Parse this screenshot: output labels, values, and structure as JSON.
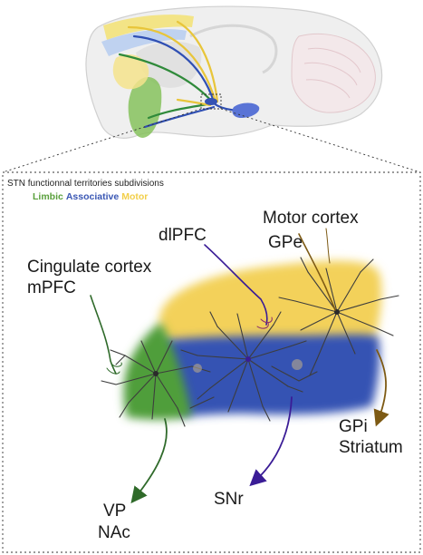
{
  "title": "STN functionnal territories subdivisions",
  "legend": [
    {
      "label": "Limbic",
      "color": "#5aa03c"
    },
    {
      "label": "Associative",
      "color": "#3a57b4"
    },
    {
      "label": "Motor",
      "color": "#f2cf4a"
    }
  ],
  "labels": {
    "motor_cortex": "Motor cortex",
    "gpe": "GPe",
    "dlpfc": "dlPFC",
    "cingulate_cortex": "Cingulate cortex",
    "mpfc": "mPFC",
    "gpi": "GPi",
    "striatum": "Striatum",
    "snr": "SNr",
    "vp": "VP",
    "nac": "NAc"
  },
  "colors": {
    "limbic": "#4f9e3a",
    "associative": "#3553b3",
    "motor": "#f3d15a",
    "limbic_axon": "#2f6a2a",
    "associative_axon": "#3a1c96",
    "motor_axon": "#7d5a14",
    "brain_outline": "#d8d8d8",
    "brain_fill": "#ececec"
  }
}
